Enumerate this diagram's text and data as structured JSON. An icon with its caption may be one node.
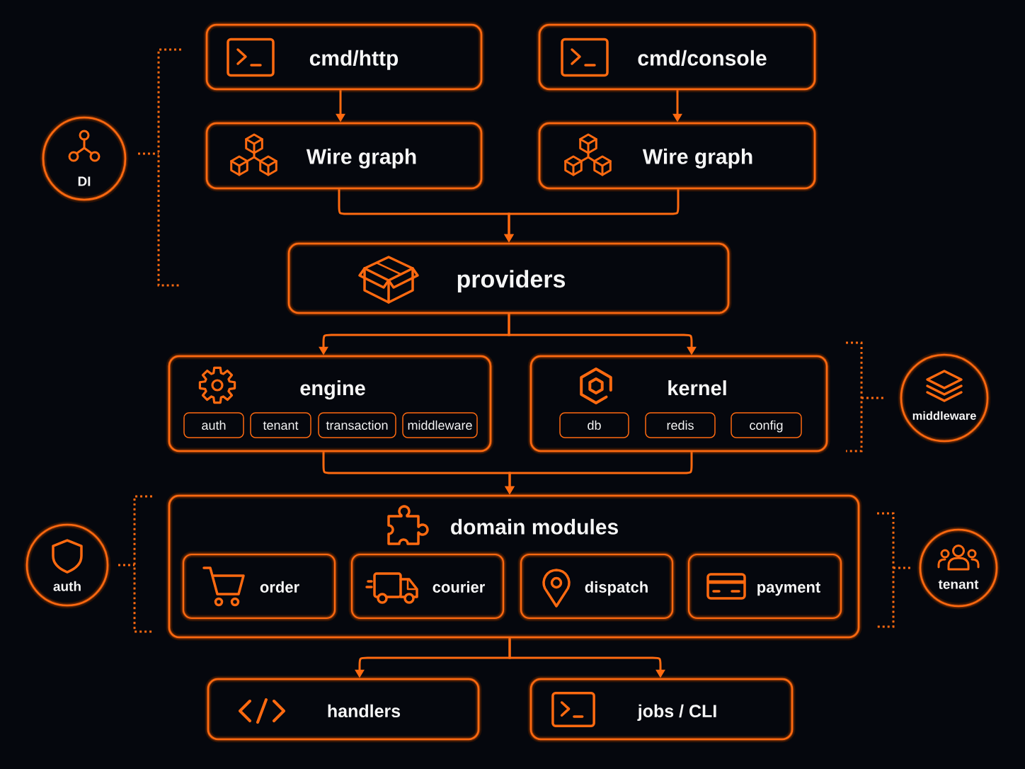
{
  "diagram": {
    "nodes": [
      {
        "text": [
          "cmd/http"
        ]
      },
      {
        "text": [
          "cmd/console"
        ]
      },
      {
        "text": [
          "DI"
        ]
      },
      {
        "text": [
          "Wire graph"
        ]
      },
      {
        "text": [
          "Wire graph"
        ]
      },
      {
        "text": [
          "providers"
        ]
      },
      {
        "text": [
          "engine"
        ]
      },
      {
        "text": [
          "auth"
        ],
        "in": 6
      },
      {
        "text": [
          "tenant"
        ],
        "in": 6
      },
      {
        "text": [
          "transaction"
        ],
        "in": 6
      },
      {
        "text": [
          "middleware"
        ],
        "in": 6
      },
      {
        "text": [
          "kernel"
        ]
      },
      {
        "text": [
          "db"
        ],
        "in": 11
      },
      {
        "text": [
          "redis"
        ],
        "in": 11
      },
      {
        "text": [
          "config"
        ],
        "in": 11
      },
      {
        "text": [
          "middleware"
        ]
      },
      {
        "text": [
          "auth"
        ]
      },
      {
        "text": [
          "domain modules"
        ]
      },
      {
        "text": [
          "order"
        ],
        "in": 17
      },
      {
        "text": [
          "courier"
        ],
        "in": 17
      },
      {
        "text": [
          "dispatch"
        ],
        "in": 17
      },
      {
        "text": [
          "payment"
        ],
        "in": 17
      },
      {
        "text": [
          "tenant"
        ]
      },
      {
        "text": [
          "handlers"
        ]
      },
      {
        "text": [
          "jobs / CLI"
        ]
      }
    ],
    "edges": [
      {
        "from": 0,
        "to": 3,
        "arrow": "to"
      },
      {
        "from": 1,
        "to": 4,
        "arrow": "to"
      },
      {
        "from": 3,
        "to": 5,
        "arrow": "to"
      },
      {
        "from": 4,
        "to": 5,
        "arrow": "to"
      },
      {
        "from": 5,
        "to": 6,
        "arrow": "to"
      },
      {
        "from": 5,
        "to": 11,
        "arrow": "to"
      },
      {
        "from": 6,
        "to": 17,
        "arrow": "to"
      },
      {
        "from": 11,
        "to": 17,
        "arrow": "to"
      },
      {
        "from": 17,
        "to": 23,
        "arrow": "to"
      },
      {
        "from": 17,
        "to": 24,
        "arrow": "to"
      }
    ]
  }
}
